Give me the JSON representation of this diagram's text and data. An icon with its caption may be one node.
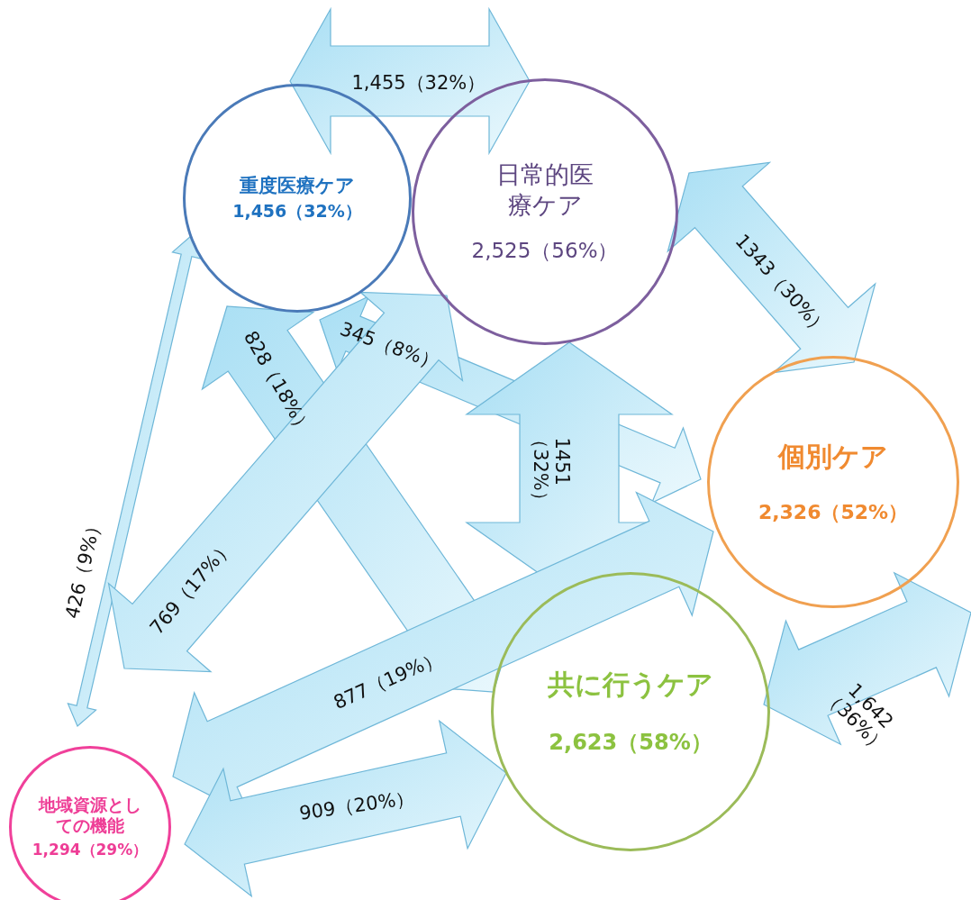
{
  "diagram": {
    "nodes": [
      {
        "text": [
          "重度医療ケア",
          "1,456（32%）"
        ]
      },
      {
        "text": [
          "日常的医療ケア",
          "2,525（56%）"
        ]
      },
      {
        "text": [
          "個別ケア",
          "2,326（52%）"
        ]
      },
      {
        "text": [
          "共に行うケア",
          "2,623（58%）"
        ]
      },
      {
        "text": [
          "地域資源としての機能",
          "1,294（29%）"
        ]
      }
    ],
    "edges": [
      {
        "from": 0,
        "to": 1,
        "arrow": "both",
        "label": "1,455（32%）"
      },
      {
        "from": 1,
        "to": 2,
        "arrow": "both",
        "label": "1343（30%）"
      },
      {
        "from": 0,
        "to": 4,
        "arrow": "both",
        "label": "426（9%）"
      },
      {
        "from": 0,
        "to": 2,
        "arrow": "both",
        "label": "345（8%）"
      },
      {
        "from": 1,
        "to": 3,
        "arrow": "both",
        "label": "1451（32%）"
      },
      {
        "from": 0,
        "to": 3,
        "arrow": "both",
        "label": "828（18%）"
      },
      {
        "from": 1,
        "to": 4,
        "arrow": "both",
        "label": "769（17%）"
      },
      {
        "from": 4,
        "to": 2,
        "arrow": "both",
        "label": "877（19%）"
      },
      {
        "from": 4,
        "to": 3,
        "arrow": "both",
        "label": "909（20%）"
      },
      {
        "from": 3,
        "to": 2,
        "arrow": "both",
        "label": "1,642（36%）"
      }
    ]
  }
}
